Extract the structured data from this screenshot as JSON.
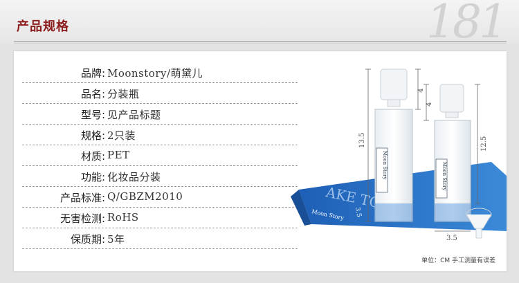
{
  "header": {
    "title": "产品规格",
    "deco": "181"
  },
  "specs": [
    {
      "label": "品牌:",
      "value": "Moonstory/萌黛儿"
    },
    {
      "label": "品名:",
      "value": "分装瓶"
    },
    {
      "label": "型号:",
      "value": "见产品标题"
    },
    {
      "label": "规格:",
      "value": "2只装"
    },
    {
      "label": "材质:",
      "value": "PET"
    },
    {
      "label": "功能:",
      "value": "化妆品分装"
    },
    {
      "label": "产品标准:",
      "value": "Q/GBZM2010"
    },
    {
      "label": "无害检测:",
      "value": "RoHS"
    },
    {
      "label": "保质期:",
      "value": "5年"
    }
  ],
  "product": {
    "dim_left_cap": "4",
    "dim_left_height": "13.5",
    "dim_right_cap": "4",
    "dim_right_height": "12.5",
    "dim_width": "3.5",
    "dim_width_small": "3.5",
    "bottle_label": "Moon Story",
    "mat_text": "AKE TOOLS",
    "mat_brand": "Moon Story"
  },
  "note": "单位：CM  手工测量有误差"
}
